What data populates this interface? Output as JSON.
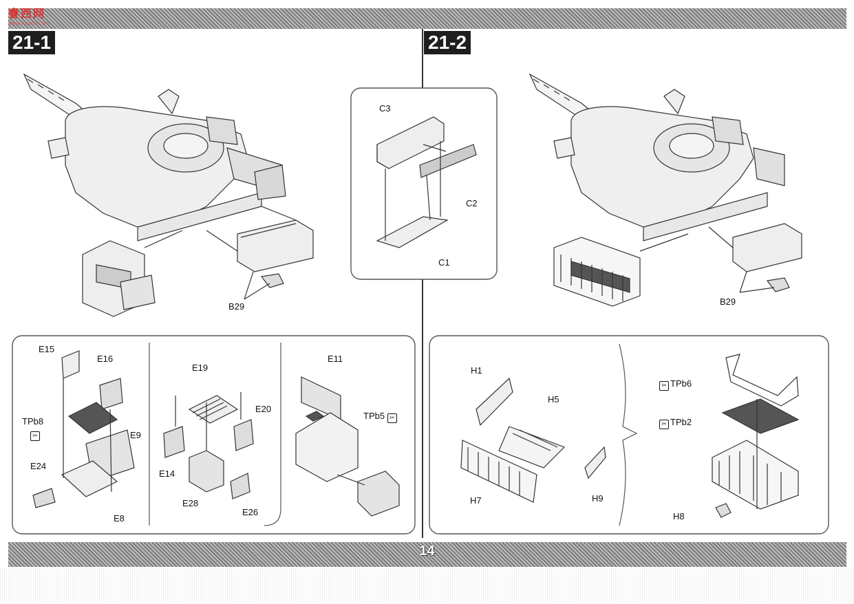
{
  "header": {
    "logo_main": "睿西网",
    "logo_sub": "www.rucixin.com"
  },
  "steps": {
    "left": "21-1",
    "right": "21-2"
  },
  "page_number": "14",
  "callout_c": {
    "c3": "C3",
    "c2": "C2",
    "c1": "C1"
  },
  "left_main": {
    "b29": "B29"
  },
  "right_main": {
    "b29": "B29"
  },
  "left_detail_a": {
    "e15": "E15",
    "e16": "E16",
    "tpb8": "TPb8",
    "e9": "E9",
    "e24": "E24",
    "e8": "E8"
  },
  "left_detail_b": {
    "e19": "E19",
    "e20": "E20",
    "e14": "E14",
    "e28": "E28",
    "e26": "E26"
  },
  "left_detail_c": {
    "e11": "E11",
    "tpb5": "TPb5"
  },
  "right_detail": {
    "h1": "H1",
    "h5": "H5",
    "h7": "H7",
    "h9": "H9",
    "tpb6": "TPb6",
    "tpb2": "TPb2",
    "h8": "H8"
  },
  "icons": {
    "etch_icon": "photo-etch-icon"
  }
}
